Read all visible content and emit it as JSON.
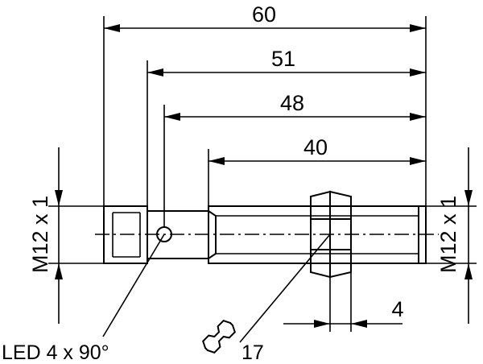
{
  "dimensions": {
    "overall_length": "60",
    "length_51": "51",
    "length_48": "48",
    "thread_length": "40",
    "nut_width": "4"
  },
  "thread_label_left": "M12 x 1",
  "thread_label_right": "M12 x 1",
  "led_label": "LED 4 x 90°",
  "wrench_size": "17",
  "icons": [
    "wrench-icon"
  ]
}
